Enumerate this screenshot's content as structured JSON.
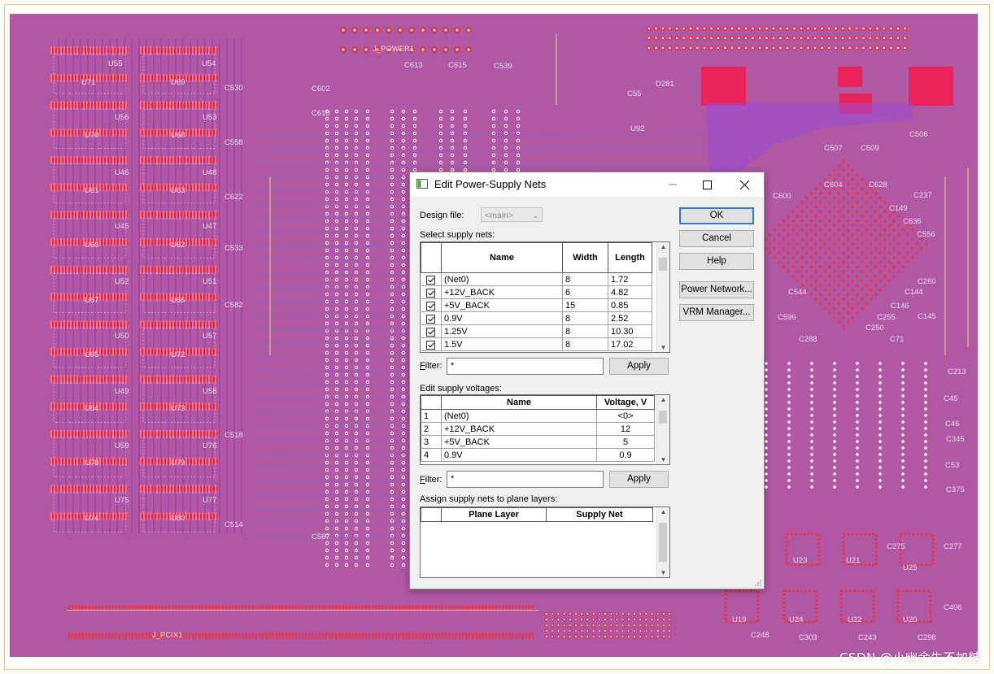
{
  "board": {
    "watermark": "CSDN @小幽余生不加糖",
    "labels": [
      {
        "t": "U55"
      },
      {
        "t": "U54"
      },
      {
        "t": "U71"
      },
      {
        "t": "U69"
      },
      {
        "t": "U56"
      },
      {
        "t": "U53"
      },
      {
        "t": "U70"
      },
      {
        "t": "U68"
      },
      {
        "t": "U46"
      },
      {
        "t": "U48"
      },
      {
        "t": "U61"
      },
      {
        "t": "U63"
      },
      {
        "t": "U45"
      },
      {
        "t": "U47"
      },
      {
        "t": "U60"
      },
      {
        "t": "U62"
      },
      {
        "t": "U52"
      },
      {
        "t": "U51"
      },
      {
        "t": "U67"
      },
      {
        "t": "U66"
      },
      {
        "t": "U50"
      },
      {
        "t": "U57"
      },
      {
        "t": "U65"
      },
      {
        "t": "U72"
      },
      {
        "t": "U49"
      },
      {
        "t": "U58"
      },
      {
        "t": "U64"
      },
      {
        "t": "U73"
      },
      {
        "t": "U59"
      },
      {
        "t": "U76"
      },
      {
        "t": "U78"
      },
      {
        "t": "U79"
      },
      {
        "t": "U75"
      },
      {
        "t": "U77"
      },
      {
        "t": "U74"
      },
      {
        "t": "U80"
      },
      {
        "t": "J_POWER1"
      },
      {
        "t": "J_PCIX1"
      },
      {
        "t": "C530"
      },
      {
        "t": "C558"
      },
      {
        "t": "C622"
      },
      {
        "t": "C533"
      },
      {
        "t": "C582"
      },
      {
        "t": "C518"
      },
      {
        "t": "C514"
      },
      {
        "t": "C602"
      },
      {
        "t": "C610"
      },
      {
        "t": "C567"
      },
      {
        "t": "C539"
      },
      {
        "t": "C613"
      },
      {
        "t": "C615"
      },
      {
        "t": "C506"
      },
      {
        "t": "C507"
      },
      {
        "t": "C509"
      },
      {
        "t": "C604"
      },
      {
        "t": "C628"
      },
      {
        "t": "C600"
      },
      {
        "t": "C149"
      },
      {
        "t": "C237"
      },
      {
        "t": "C636"
      },
      {
        "t": "C556"
      },
      {
        "t": "C260"
      },
      {
        "t": "C144"
      },
      {
        "t": "C146"
      },
      {
        "t": "C145"
      },
      {
        "t": "C71"
      },
      {
        "t": "C250"
      },
      {
        "t": "C255"
      },
      {
        "t": "C288"
      },
      {
        "t": "C596"
      },
      {
        "t": "C544"
      },
      {
        "t": "C213"
      },
      {
        "t": "C45"
      },
      {
        "t": "C46"
      },
      {
        "t": "C345"
      },
      {
        "t": "C53"
      },
      {
        "t": "C375"
      },
      {
        "t": "U23"
      },
      {
        "t": "U21"
      },
      {
        "t": "U25"
      },
      {
        "t": "U19"
      },
      {
        "t": "U24"
      },
      {
        "t": "U22"
      },
      {
        "t": "U20"
      },
      {
        "t": "C248"
      },
      {
        "t": "C303"
      },
      {
        "t": "C243"
      },
      {
        "t": "C298"
      },
      {
        "t": "C406"
      },
      {
        "t": "C277"
      },
      {
        "t": "C275"
      },
      {
        "t": "U92"
      },
      {
        "t": "C55"
      },
      {
        "t": "D281"
      }
    ]
  },
  "dialog": {
    "title": "Edit Power-Supply Nets",
    "design_file_label": "Design file:",
    "design_file_value": "<main>",
    "select_nets_label": "Select supply nets:",
    "nets_headers": {
      "name": "Name",
      "width": "Width",
      "length": "Length"
    },
    "nets": [
      {
        "checked": true,
        "name": "(Net0)",
        "width": "8",
        "length": "1.72"
      },
      {
        "checked": true,
        "name": "+12V_BACK",
        "width": "6",
        "length": "4.82"
      },
      {
        "checked": true,
        "name": "+5V_BACK",
        "width": "15",
        "length": "0.85"
      },
      {
        "checked": true,
        "name": "0.9V",
        "width": "8",
        "length": "2.52"
      },
      {
        "checked": true,
        "name": "1.25V",
        "width": "8",
        "length": "10.30"
      },
      {
        "checked": true,
        "name": "1.5V",
        "width": "8",
        "length": "17.02"
      }
    ],
    "filter_label": "Filter:",
    "filter1_value": "*",
    "apply_label": "Apply",
    "voltages_label": "Edit supply voltages:",
    "voltages_headers": {
      "name": "Name",
      "voltage": "Voltage, V"
    },
    "voltages": [
      {
        "idx": "1",
        "name": "(Net0)",
        "voltage": "<0>"
      },
      {
        "idx": "2",
        "name": "+12V_BACK",
        "voltage": "12"
      },
      {
        "idx": "3",
        "name": "+5V_BACK",
        "voltage": "5"
      },
      {
        "idx": "4",
        "name": "0.9V",
        "voltage": "0.9"
      }
    ],
    "filter2_value": "*",
    "assign_label": "Assign supply nets to plane layers:",
    "plane_headers": {
      "layer": "Plane Layer",
      "net": "Supply Net"
    },
    "buttons": {
      "ok": "OK",
      "cancel": "Cancel",
      "help": "Help",
      "power_network": "Power Network...",
      "vrm_manager": "VRM Manager..."
    }
  }
}
